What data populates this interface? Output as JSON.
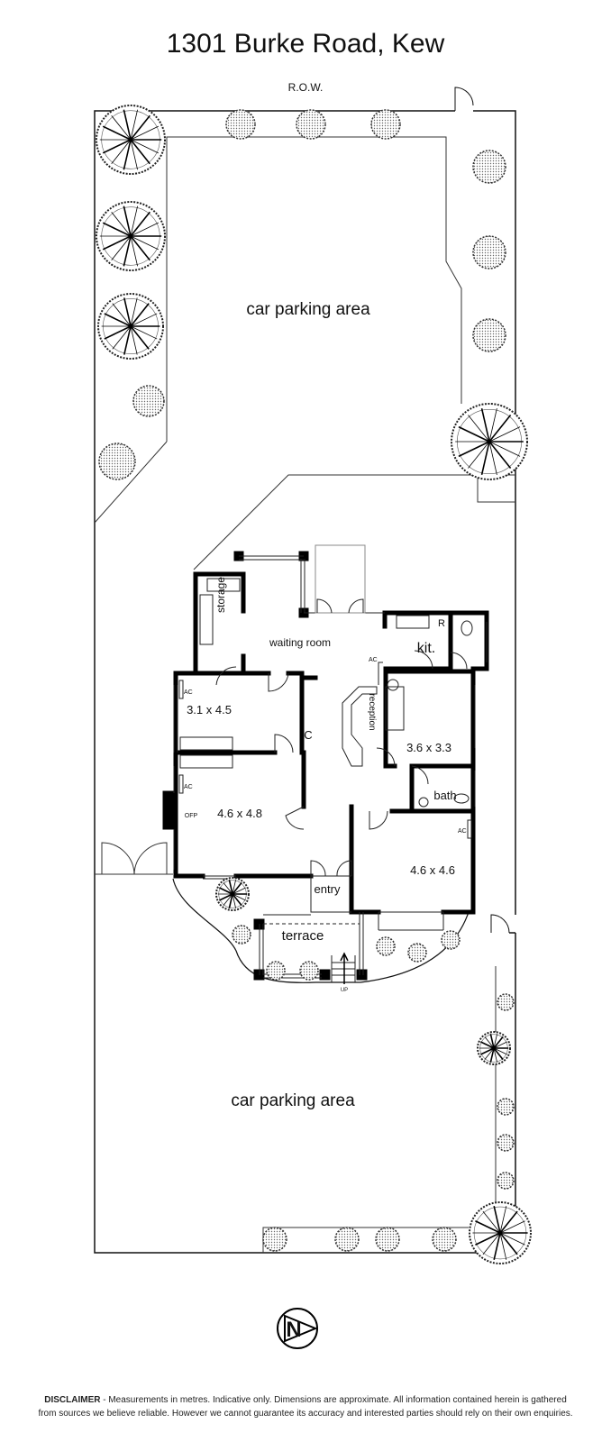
{
  "title": "1301 Burke Road, Kew",
  "row_label": "R.O.W.",
  "areas": {
    "car_park_top": "car parking area",
    "car_park_bottom": "car parking area"
  },
  "rooms": {
    "waiting_room": "waiting room",
    "storage": "storage",
    "kitchen": "kit.",
    "fridge": "R",
    "reception": "reception",
    "room_1": "3.1 x 4.5",
    "cupboard": "C",
    "room_2": "3.6 x 3.3",
    "bath": "bath",
    "room_3": "4.6 x 4.8",
    "fireplace": "OFP",
    "room_4": "4.6 x 4.6",
    "entry": "entry",
    "terrace": "terrace",
    "stairs": "UP"
  },
  "ac_labels": [
    "AC",
    "AC",
    "AC",
    "AC"
  ],
  "compass": {
    "label": "N"
  },
  "disclaimer": {
    "heading": "DISCLAIMER",
    "line1": " - Measurements in metres. Indicative only. Dimensions are approximate. All information contained herein is gathered",
    "line2": "from sources we believe reliable. However we cannot guarantee its accuracy and interested parties should rely on their own enquiries."
  }
}
